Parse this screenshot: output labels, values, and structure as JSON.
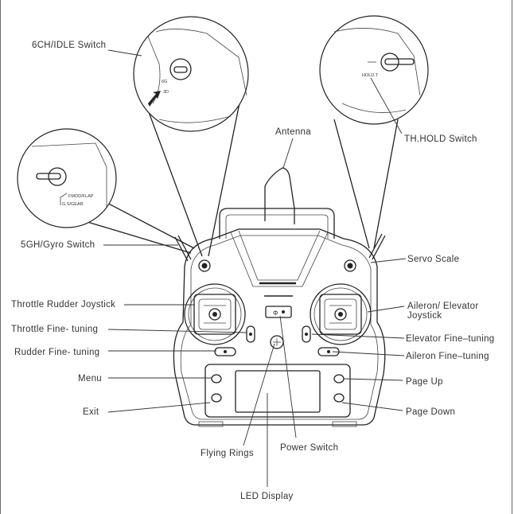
{
  "labels": {
    "ch6_idle": "6CH/IDLE Switch",
    "antenna": "Antenna",
    "th_hold": "TH.HOLD Switch",
    "gh5_gyro": "5GH/Gyro Switch",
    "servo_scale": "Servo Scale",
    "throttle_rudder": "Throttle Rudder Joystick",
    "aileron_line1": "Aileron/ Elevator",
    "aileron_line2": "Joystick",
    "throttle_fine": "Throttle Fine- tuning",
    "elevator_fine": "Elevator Fine–tuning",
    "rudder_fine": "Rudder Fine- tuning",
    "aileron_fine": "Aileron Fine–tuning",
    "menu": "Menu",
    "page_up": "Page Up",
    "exit": "Exit",
    "page_down": "Page Down",
    "flying_rings": "Flying Rings",
    "power_switch": "Power Switch",
    "led_display": "LED Display"
  },
  "callouts": {
    "idle_6g": "6G",
    "idle_3d": "3D",
    "hold": "HOLD.T",
    "fmod_flap": "FMOD/FLAP",
    "gs_gear": "G.S/GEAR"
  }
}
